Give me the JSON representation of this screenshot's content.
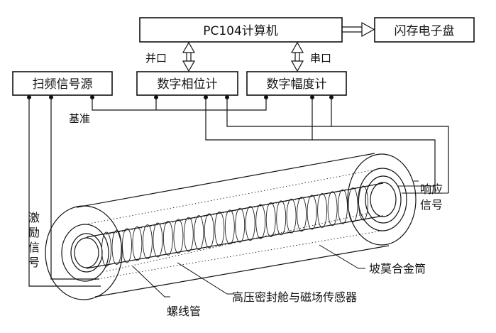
{
  "blocks": {
    "pc104": "PC104计算机",
    "flash_disk": "闪存电子盘",
    "sweep_source": "扫频信号源",
    "phase_meter": "数字相位计",
    "amplitude_meter": "数字幅度计"
  },
  "links": {
    "parallel_port": "并口",
    "serial_port": "串口"
  },
  "labels": {
    "reference": "基准",
    "excitation_l1": "激",
    "excitation_l2": "励",
    "excitation_l3": "信",
    "excitation_l4": "号",
    "response_l1": "响应",
    "response_l2": "信号",
    "permalloy_tube": "坡莫合金筒",
    "solenoid": "螺线管",
    "pressure_cabin": "高压密封舱与磁场传感器"
  }
}
